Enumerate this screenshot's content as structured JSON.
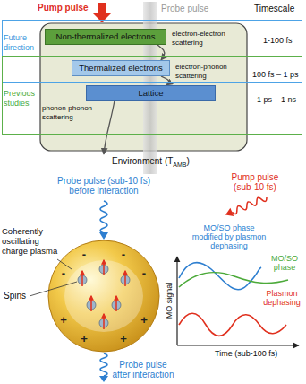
{
  "diagram": {
    "nodes": [
      {
        "text": [
          "Future direction"
        ]
      },
      {
        "text": [
          "Previous studies"
        ]
      },
      {
        "text": [
          "Non-thermalized electrons"
        ],
        "in": 0
      },
      {
        "text": [
          "Thermalized electrons"
        ]
      },
      {
        "text": [
          "Lattice"
        ],
        "in": 1
      }
    ],
    "edges": [
      {
        "from": 2,
        "to": 3,
        "arrow": "to"
      },
      {
        "from": 3,
        "to": 4,
        "arrow": "to"
      }
    ],
    "labels": [
      "Pump pulse",
      "Probe pulse",
      "Timescale",
      "electron-electron scattering",
      "1-100 fs",
      "electron-phonon scattering",
      "100 fs – 1 ps",
      "1 ps – 1 ns",
      "phonon-phonon scattering",
      "Environment (T",
      "AMB",
      ")",
      "Pump pulse (sub-10 fs)",
      "Probe pulse (sub-10 fs) before interaction",
      "Coherently oscillating charge plasma",
      "Spins",
      "MO/SO phase modified by plasmon dephasing",
      "MO/SO phase",
      "Plasmon dephasing",
      "MO signal",
      "Time (sub-100 fs)",
      "Probe pulse after interaction",
      "-",
      "-",
      "-",
      "-",
      "+",
      "+",
      "+",
      "+"
    ]
  }
}
